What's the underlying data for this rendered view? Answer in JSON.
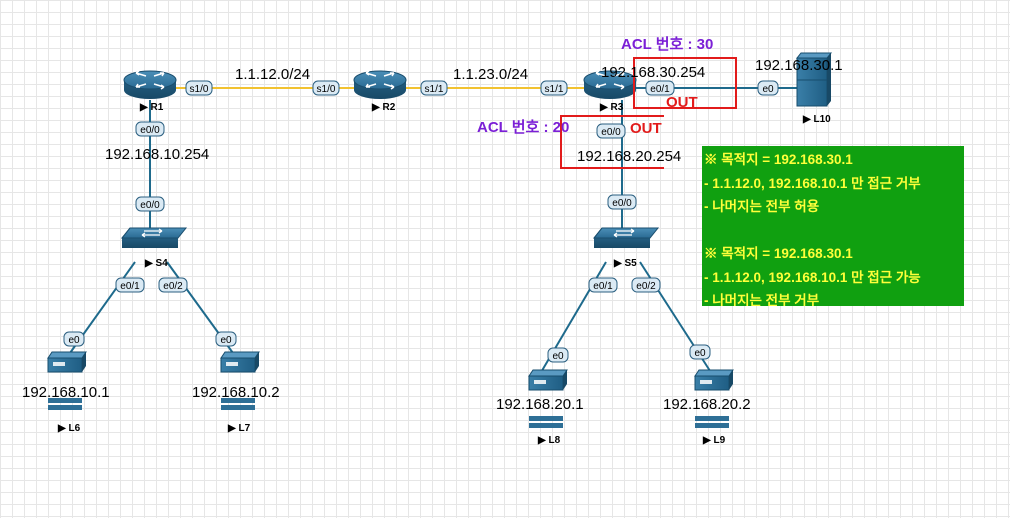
{
  "nodes": {
    "r1": "R1",
    "r2": "R2",
    "r3": "R3",
    "s4": "S4",
    "s5": "S5",
    "l6": "L6",
    "l7": "L7",
    "l8": "L8",
    "l9": "L9",
    "l10": "L10"
  },
  "ports": {
    "r1_s10": "s1/0",
    "r2_s10": "s1/0",
    "r2_s11": "s1/1",
    "r3_s11": "s1/1",
    "r1_e00": "e0/0",
    "s4_e00": "e0/0",
    "s4_e01": "e0/1",
    "s4_e02": "e0/2",
    "l6_e0": "e0",
    "l7_e0": "e0",
    "r3_e00": "e0/0",
    "s5_e00": "e0/0",
    "s5_e01": "e0/1",
    "s5_e02": "e0/2",
    "l8_e0": "e0",
    "l9_e0": "e0",
    "r3_e01": "e0/1",
    "l10_e0": "e0"
  },
  "networks": {
    "r1_r2": "1.1.12.0/24",
    "r2_r3": "1.1.23.0/24"
  },
  "ips": {
    "r1_gw": "192.168.10.254",
    "r3_gw20": "192.168.20.254",
    "r3_gw30": "192.168.30.254",
    "l10": "192.168.30.1",
    "l6": "192.168.10.1",
    "l7": "192.168.10.2",
    "l8": "192.168.20.1",
    "l9": "192.168.20.2"
  },
  "acl": {
    "acl30_label": "ACL 번호 : 30",
    "acl20_label": "ACL 번호 : 20",
    "out_label": "OUT"
  },
  "note": {
    "lines": [
      "※ 목적지 = 192.168.30.1",
      "- 1.1.12.0, 192.168.10.1 만 접근 거부",
      "- 나머지는 전부 허용",
      "",
      "※ 목적지 = 192.168.30.1",
      "- 1.1.12.0, 192.168.10.1 만 접근 가능",
      "- 나머지는 전부 거부"
    ]
  },
  "colors": {
    "serial_link": "#f2c230",
    "ethernet_link": "#1e6a8c",
    "router_body": "#2e6f96",
    "acl_text": "#7b1fd6",
    "out_text": "#e21b1b",
    "acl_box": "#e21b1b",
    "note_bg": "#10a010",
    "note_text": "#ffff3a"
  }
}
